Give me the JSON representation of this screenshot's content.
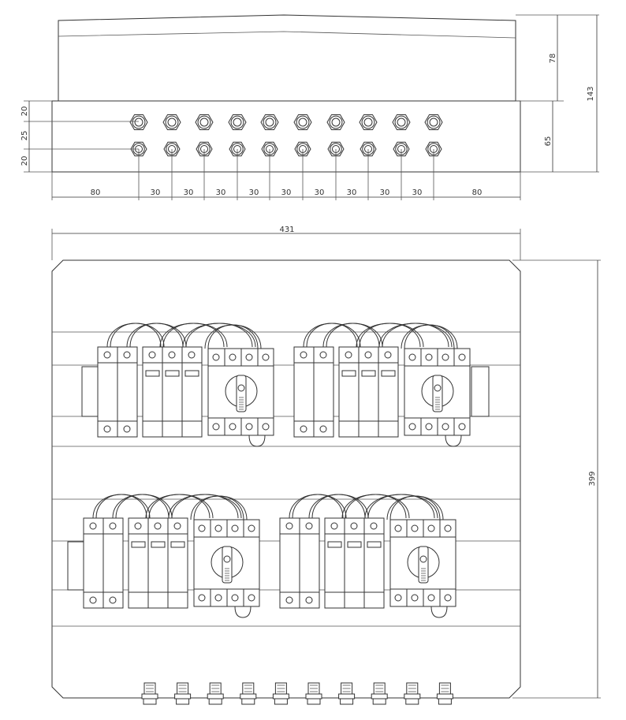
{
  "top_view": {
    "height_total": "143",
    "height_lid": "78",
    "height_base": "65",
    "glands_top_row_count": 10,
    "glands_bottom_row_count": 10,
    "left_dims": [
      "20",
      "25",
      "20"
    ],
    "bottom_dims": [
      "80",
      "30",
      "30",
      "30",
      "30",
      "30",
      "30",
      "30",
      "30",
      "30",
      "80"
    ]
  },
  "front_view": {
    "width": "431",
    "height": "399",
    "bottom_glands_count": 10
  }
}
